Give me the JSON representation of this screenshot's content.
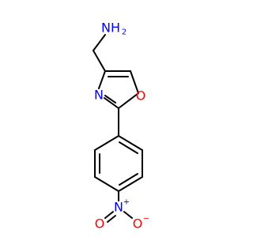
{
  "colors": {
    "bond": "#000000",
    "carbon": "#000000",
    "nitrogen": "#0000ff",
    "oxygen": "#ff0000"
  },
  "labels": {
    "amine": "NH",
    "amine_subscript": "2",
    "ring_nitrogen": "N",
    "ring_oxygen": "O",
    "nitro_nitrogen": "N",
    "nitro_nitrogen_charge": "+",
    "nitro_oxygen_left": "O",
    "nitro_oxygen_right": "O",
    "nitro_oxygen_right_charge": "−"
  }
}
